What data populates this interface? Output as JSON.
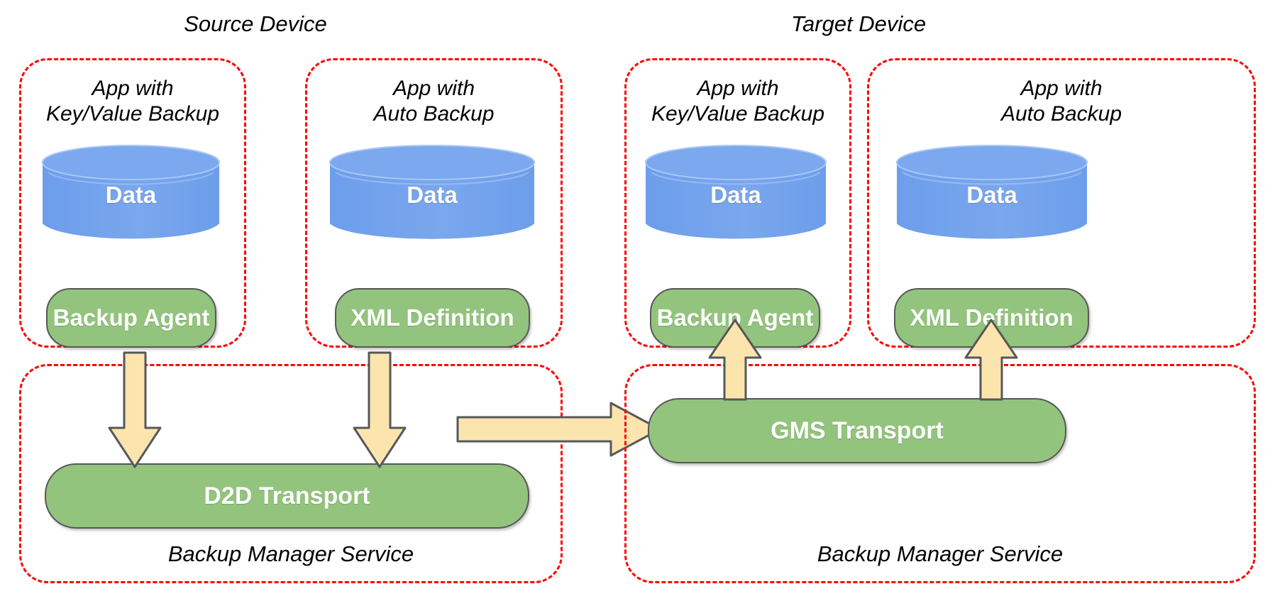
{
  "diagram": {
    "title_left": "Source Device",
    "title_right": "Target Device",
    "colors": {
      "dashed_border": "#ff0000",
      "cylinder_fill": "#6d9eeb",
      "node_fill": "#93c47d",
      "node_stroke": "#56585a",
      "arrow_fill": "#fce5ad",
      "arrow_stroke": "#56585a",
      "text_light": "#ffffff",
      "text_dark": "#000000",
      "background": "#ffffff"
    }
  },
  "source_device": {
    "label": "Source Device",
    "apps": [
      {
        "caption_line1": "App with",
        "caption_line2": "Key/Value Backup",
        "data_label": "Data",
        "component_label": "Backup Agent"
      },
      {
        "caption_line1": "App with",
        "caption_line2": "Auto Backup",
        "data_label": "Data",
        "component_label": "XML Definition"
      }
    ],
    "service": {
      "transport_label": "D2D Transport",
      "caption": "Backup Manager Service"
    }
  },
  "target_device": {
    "label": "Target Device",
    "apps": [
      {
        "caption_line1": "App with",
        "caption_line2": "Key/Value Backup",
        "data_label": "Data",
        "component_label": "Backup Agent"
      },
      {
        "caption_line1": "App with",
        "caption_line2": "Auto Backup",
        "data_label": "Data",
        "component_label": "XML Definition"
      }
    ],
    "service": {
      "transport_label": "GMS Transport",
      "caption": "Backup Manager Service"
    }
  },
  "flows": [
    {
      "name": "backup-agent-to-d2d",
      "direction": "down"
    },
    {
      "name": "xml-definition-to-d2d",
      "direction": "down"
    },
    {
      "name": "d2d-to-gms",
      "direction": "right"
    },
    {
      "name": "gms-to-backup-agent",
      "direction": "up"
    },
    {
      "name": "gms-to-xml-definition",
      "direction": "up"
    }
  ]
}
